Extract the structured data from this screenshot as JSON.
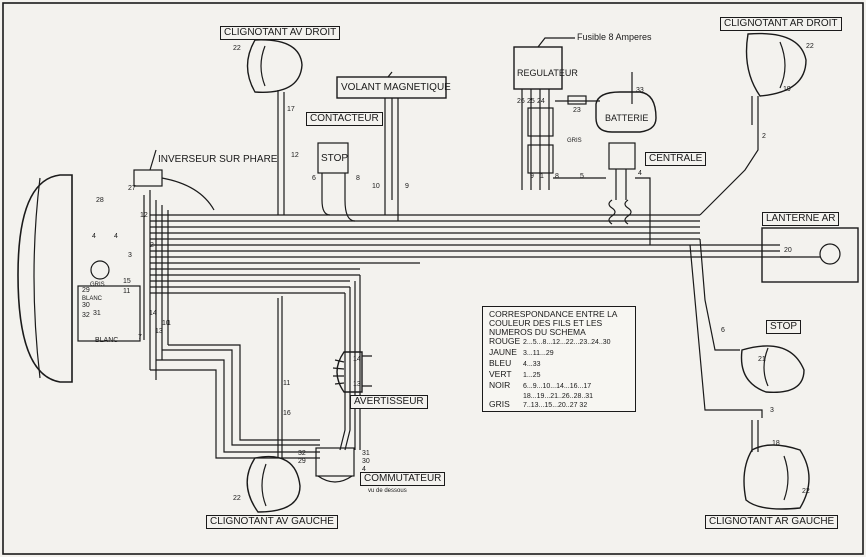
{
  "labels": {
    "clignotant_av_droit": "CLIGNOTANT  AV DROIT",
    "clignotant_ar_droit": "CLIGNOTANT  AR  DROIT",
    "clignotant_av_gauche": "CLIGNOTANT  AV  GAUCHE",
    "clignotant_ar_gauche": "CLIGNOTANT  AR  GAUCHE",
    "volant_magnetique": "VOLANT MAGNETIQUE",
    "contacteur": "CONTACTEUR",
    "stop_contact": "STOP",
    "inverseur": "INVERSEUR SUR PHARE",
    "fusible": "Fusible 8 Amperes",
    "regulateur": "REGULATEUR",
    "batterie": "BATTERIE",
    "centrale": "CENTRALE",
    "lanterne_ar": "LANTERNE  AR",
    "stop_ar": "STOP",
    "avertisseur": "AVERTISSEUR",
    "commutateur": "COMMUTATEUR",
    "commutateur_sub": "vu de dessous",
    "gris": "GRIS",
    "gris_small": "GRIS",
    "blanc": "BLANC",
    "blanc_small": "BLANC"
  },
  "wire_numbers": {
    "n22_avd": "22",
    "n17": "17",
    "n12_top": "12",
    "n6_contact": "6",
    "n8_contact": "8",
    "n10": "10",
    "n9_vol": "9",
    "n26": "26",
    "n25": "25",
    "n24": "24",
    "n23": "23",
    "n33": "33",
    "n9_cent": "9",
    "n1_cent": "1",
    "n8_cent": "8",
    "n5": "5",
    "n4_cent": "4",
    "n22_ard": "22",
    "n19": "19",
    "n2_ar": "2",
    "n20": "20",
    "n6_stop": "6",
    "n21": "21",
    "n3": "3",
    "n18": "18",
    "n22_arg": "22",
    "n27": "27",
    "n28": "28",
    "n12_left": "12",
    "n4_left": "4",
    "n4_left2": "4",
    "n2_left": "2",
    "n29": "29",
    "n30": "30",
    "n32": "32",
    "n31": "31",
    "n15": "15",
    "n11": "11",
    "n14_left": "14",
    "n13_left": "13",
    "n7": "7",
    "n10_left": "10",
    "n1_left": "1",
    "n11_mid": "11",
    "n16": "16",
    "n14_av": "14",
    "n13_av": "13",
    "n32_com": "32",
    "n29_com": "29",
    "n31_com": "31",
    "n30_com": "30",
    "n4_com": "4",
    "n22_avg": "22",
    "n3_plug": "3"
  },
  "legend": {
    "title": "CORRESPONDANCE ENTRE LA COULEUR DES FILS ET LES NUMEROS DU SCHEMA",
    "rows": [
      {
        "color": "ROUGE",
        "numbers": "2...5...8...12...22...23..24..30"
      },
      {
        "color": "JAUNE",
        "numbers": "3...11...29"
      },
      {
        "color": "BLEU",
        "numbers": "4...33"
      },
      {
        "color": "VERT",
        "numbers": "1...25"
      },
      {
        "color": "NOIR",
        "numbers": "6...9...10...14...16...17"
      },
      {
        "color": "",
        "numbers": "18...19...21..26..28..31"
      },
      {
        "color": "GRIS",
        "numbers": "7..13...15...20..27  32"
      }
    ]
  },
  "colors": {
    "ink": "#1a1a1a",
    "paper": "#f3f2ee"
  }
}
